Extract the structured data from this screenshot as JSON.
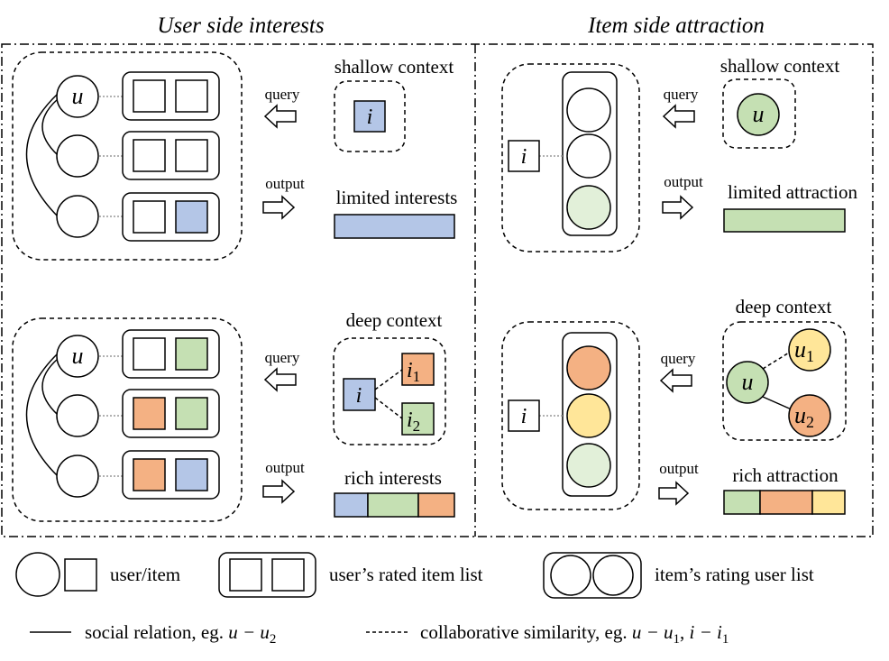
{
  "colors": {
    "blue": "#b4c6e7",
    "green_dark": "#c5e0b3",
    "green_light": "#e2f0d9",
    "orange": "#f4b183",
    "yellow": "#ffe699",
    "stroke": "#000000",
    "dotted": "#999999"
  },
  "panels": {
    "left_title": "User side interests",
    "right_title": "Item side attraction"
  },
  "left_top": {
    "context_label": "shallow context",
    "query_label": "query",
    "output_label": "output",
    "result_label": "limited interests",
    "node_u": "u",
    "node_i": "i"
  },
  "left_bottom": {
    "context_label": "deep context",
    "query_label": "query",
    "output_label": "output",
    "result_label": "rich interests",
    "node_u": "u",
    "node_i": "i",
    "node_i1": "i",
    "node_i1_sub": "1",
    "node_i2": "i",
    "node_i2_sub": "2"
  },
  "right_top": {
    "context_label": "shallow context",
    "query_label": "query",
    "output_label": "output",
    "result_label": "limited attraction",
    "node_i": "i",
    "node_u": "u"
  },
  "right_bottom": {
    "context_label": "deep context",
    "query_label": "query",
    "output_label": "output",
    "result_label": "rich attraction",
    "node_i": "i",
    "node_u": "u",
    "node_u1": "u",
    "node_u1_sub": "1",
    "node_u2": "u",
    "node_u2_sub": "2"
  },
  "legend": {
    "user_item": "user/item",
    "rated_list": "user’s rated item list",
    "rating_users": "item’s rating user list",
    "social_text": "social relation, eg. ",
    "social_math": "u − u",
    "social_sub": "2",
    "collab_text": "collaborative similarity, eg. ",
    "collab_math_a": "u − u",
    "collab_sub_a": "1",
    "collab_sep": ", ",
    "collab_math_b": "i − i",
    "collab_sub_b": "1"
  }
}
